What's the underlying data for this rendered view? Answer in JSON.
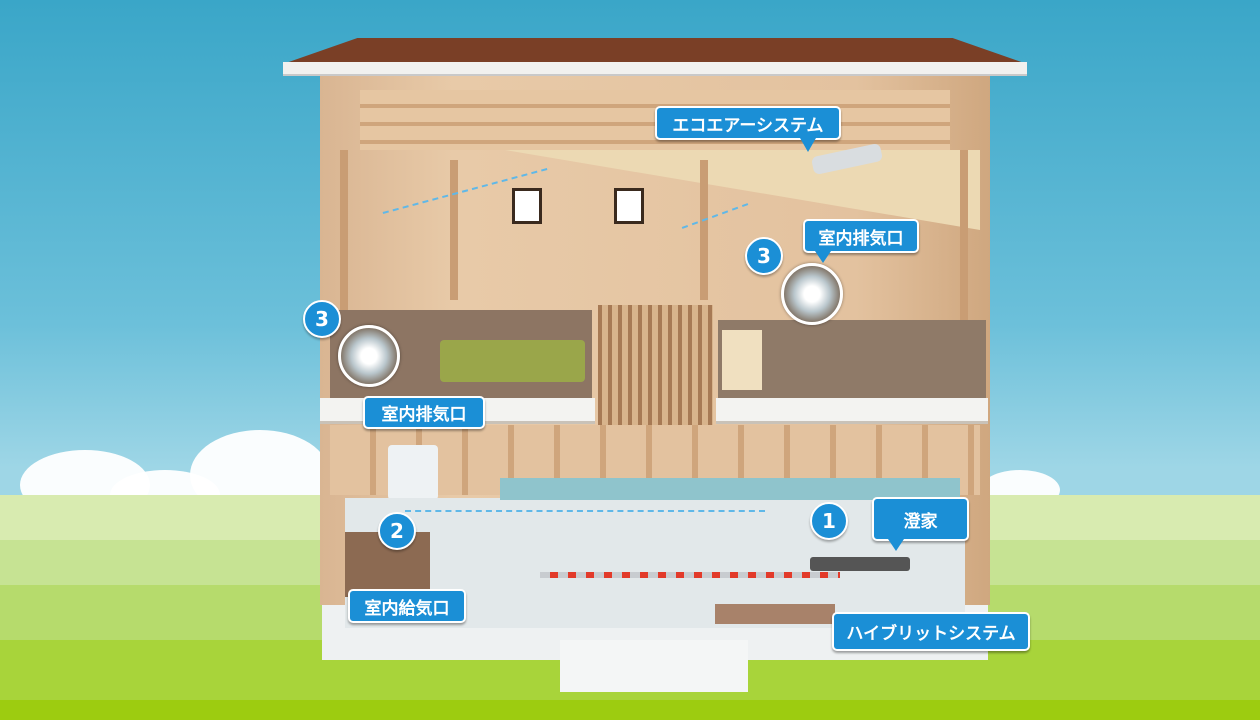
{
  "labels": {
    "eco_air": "エコエアーシステム",
    "exhaust_left": "室内排気口",
    "exhaust_right": "室内排気口",
    "supply": "室内給気口",
    "sumika": "澄家",
    "hybrid": "ハイブリットシステム"
  },
  "numbers": {
    "one": "1",
    "two": "2",
    "three_left": "3",
    "three_right": "3"
  },
  "colors": {
    "callout": "#1b8fd6",
    "roof": "#7a3f26",
    "sky": "#3aa6c8",
    "grass": "#a8d43a"
  }
}
